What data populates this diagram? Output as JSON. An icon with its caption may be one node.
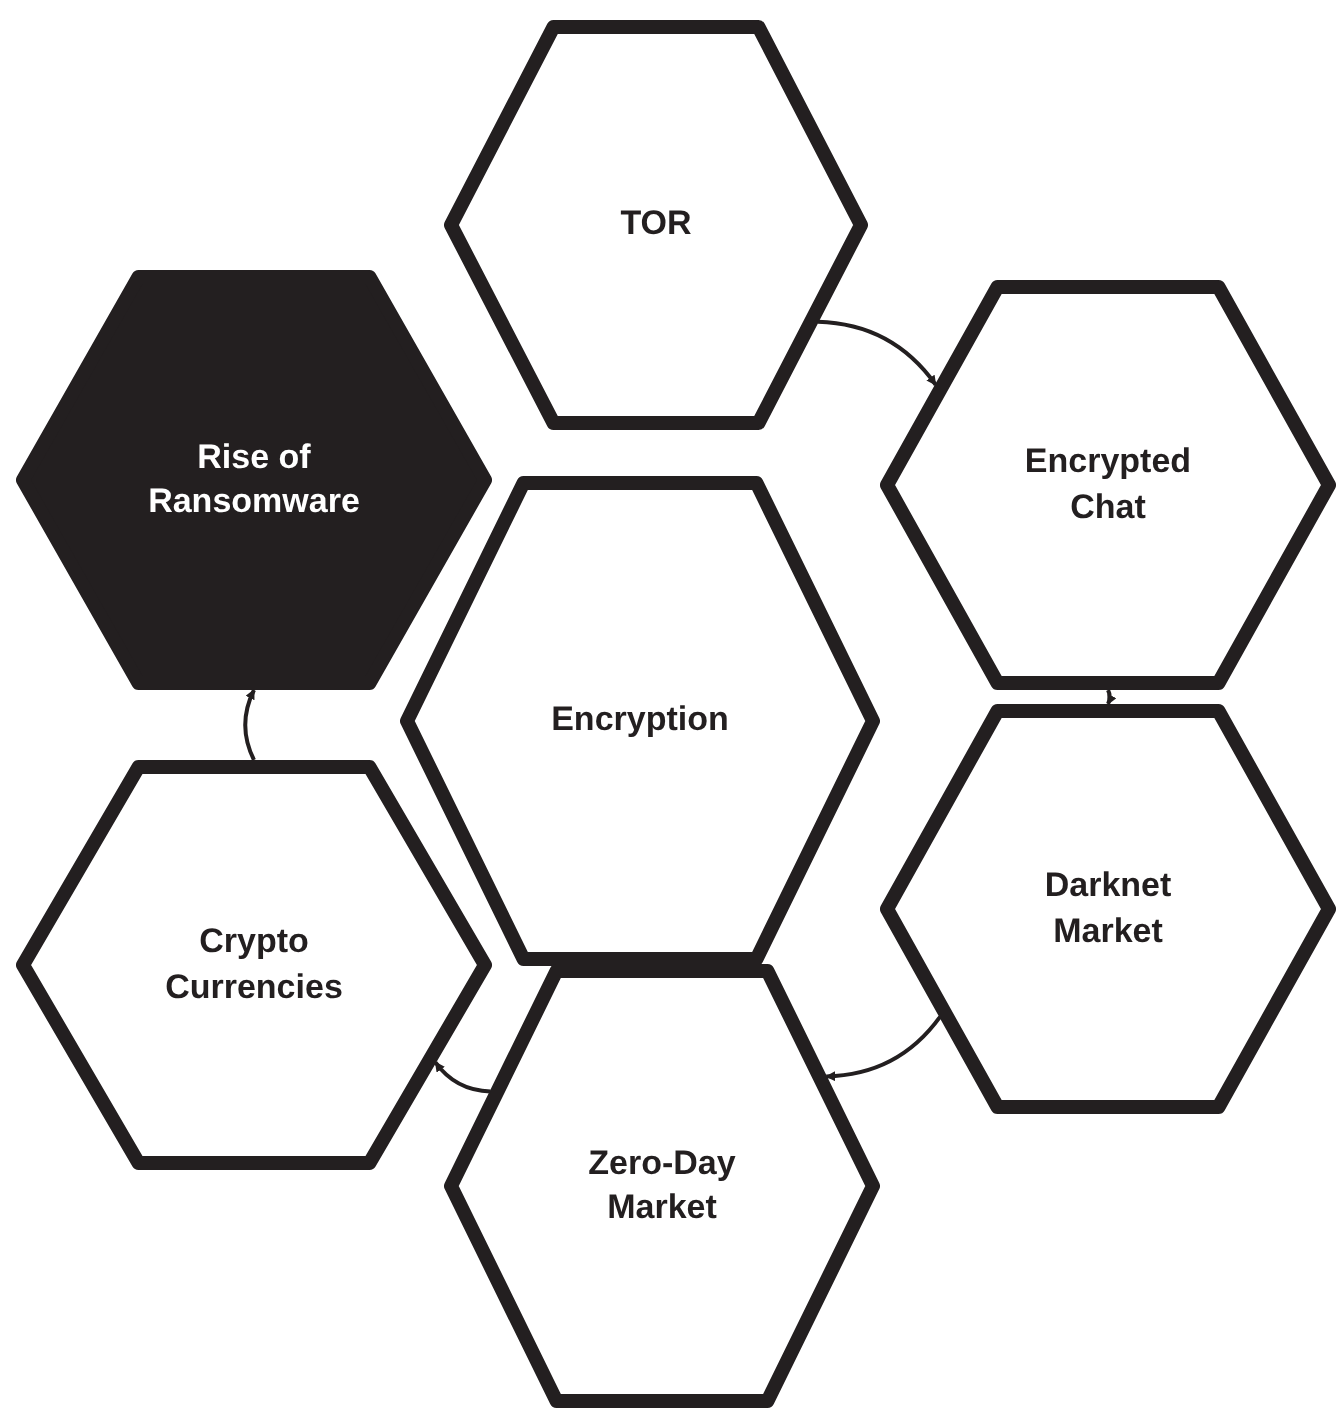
{
  "diagram": {
    "nodes": [
      {
        "text": [
          "TOR"
        ]
      },
      {
        "text": [
          "Rise of Ransomware"
        ]
      },
      {
        "text": [
          "Encrypted Chat"
        ]
      },
      {
        "text": [
          "Encryption"
        ]
      },
      {
        "text": [
          "Darknet Market"
        ]
      },
      {
        "text": [
          "Crypto Currencies"
        ]
      },
      {
        "text": [
          "Zero-Day Market"
        ]
      }
    ],
    "edges": [
      {
        "from": 0,
        "to": 2,
        "arrow": "to"
      },
      {
        "from": 2,
        "to": 4,
        "arrow": "to"
      },
      {
        "from": 4,
        "to": 6,
        "arrow": "to"
      },
      {
        "from": 6,
        "to": 5,
        "arrow": "to"
      },
      {
        "from": 5,
        "to": 1,
        "arrow": "to"
      }
    ]
  }
}
